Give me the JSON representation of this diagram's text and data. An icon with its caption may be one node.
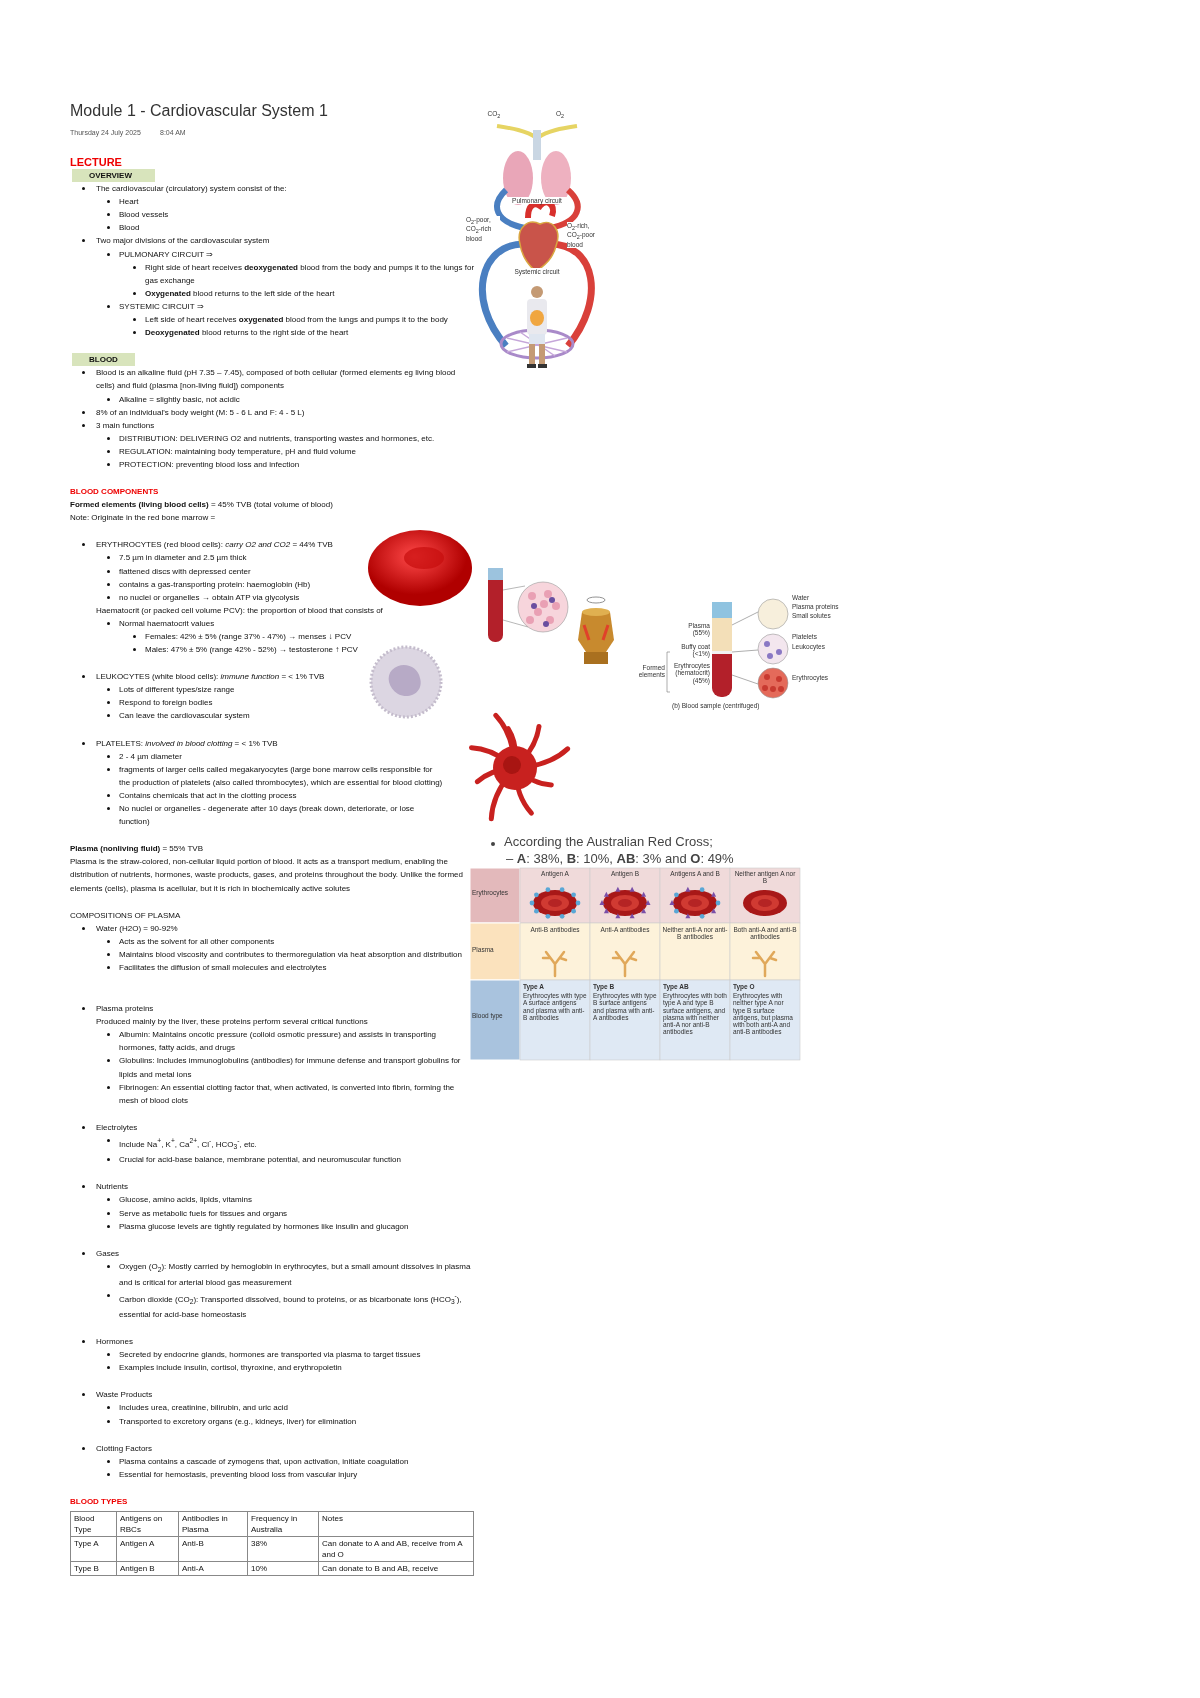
{
  "diagram": {
    "title": "Module 1 - Cardiovascular System 1",
    "labels": [
      "Thursday 24 July 2025",
      "8:04 AM",
      "LECTURE",
      "OVERVIEW",
      "The cardiovascular (circulatory) system consist of the:",
      "Heart",
      "Blood vessels",
      "Blood",
      "Two major divisions of the cardiovascular system",
      "PULMONARY CIRCUIT ⇒",
      "Right side of heart receives **deoxygenated** blood from the body and pumps it to the lungs for gas exchange",
      "**Oxygenated** blood returns to the left side of the heart",
      "SYSTEMIC CIRCUIT ⇒",
      "Left side of heart receives **oxygenated** blood from the lungs and pumps it to the body",
      "**Deoxygenated** blood returns to the right side of the heart",
      "BLOOD",
      "Blood is an alkaline fluid (pH 7.35 – 7.45), composed of both cellular (formed elements eg living blood cells) and fluid (plasma [non-living fluid]) components",
      "Alkaline = slightly basic, not acidic",
      "8% of an individual's body weight (M: 5 - 6 L and F: 4 - 5 L)",
      "3 main functions",
      "DISTRIBUTION: DELIVERING O2 and nutrients, transporting wastes and hormones, etc.",
      "REGULATION: maintaining body temperature, pH and fluid volume",
      "PROTECTION: preventing blood loss and infection",
      "BLOOD COMPONENTS",
      "**Formed elements (living blood cells)** = 45% TVB (total volume of blood)",
      "Note: Originate in the red bone marrow =",
      "ERYTHROCYTES (red blood cells): *carry O2 and CO2* = 44% TVB",
      "7.5 µm in diameter and 2.5 µm thick",
      "flattened discs with depressed center",
      "contains a gas-transporting protein: haemoglobin (Hb)",
      "no nuclei or organelles → obtain ATP via glycolysis",
      "Haematocrit (or packed cell volume PCV): the proportion of blood that consists of",
      "Normal haematocrit values",
      "Females: 42% ± 5% (range 37% - 47%) → menses ↓ PCV",
      "Males: 47% ± 5% (range 42% - 52%) → testosterone ↑ PCV",
      "LEUKOCYTES (white blood cells): *immune function* = < 1% TVB",
      "Lots of different types/size range",
      "Respond to foreign bodies",
      "Can leave the cardiovascular system",
      "PLATELETS: *involved in blood clotting* = < 1% TVB",
      "2 - 4 µm diameter",
      "fragments of larger cells called megakaryocytes (large bone marrow cells responsible for the production of platelets (also called thrombocytes), which are essential for blood clotting)",
      "Contains chemicals that act in the clotting process",
      "No nuclei or organelles - degenerate after 10 days (break down, deteriorate, or lose function)",
      "**Plasma (nonliving fluid)** = 55% TVB",
      "Plasma is the straw-colored, non-cellular liquid portion of blood. It acts as a transport medium, enabling the distribution of nutrients, hormones, waste products, gases, and proteins throughout the body. Unlike the formed elements (cells), plasma is acellular, but it is rich in biochemically active solutes",
      "COMPOSITIONS OF PLASMA",
      "Water (H2O) = 90-92%",
      "Acts as the solvent for all other components",
      "Maintains blood viscosity and contributes to thermoregulation via heat absorption and distribution",
      "Facilitates the diffusion of small molecules and electrolytes",
      "Plasma proteins",
      "Produced mainly by the liver, these proteins perform several critical functions",
      "Albumin: Maintains oncotic pressure (colloid osmotic pressure) and assists in transporting hormones, fatty acids, and drugs",
      "Globulins: Includes immunoglobulins (antibodies) for immune defense and transport globulins for lipids and metal ions",
      "Fibrinogen: An essential clotting factor that, when activated, is converted into fibrin, forming the mesh of blood clots",
      "Electrolytes",
      "Include Na$^{+}$, K$^{+}$, Ca$^{2+}$, Cl$^{-}$, HCO$_{3}$$^{-}$, etc.",
      "Crucial for acid-base balance, membrane potential, and neuromuscular function",
      "Nutrients",
      "Glucose, amino acids, lipids, vitamins",
      "Serve as metabolic fuels for tissues and organs",
      "Plasma glucose levels are tightly regulated by hormones like insulin and glucagon",
      "Gases",
      "Oxygen (O$_{2}$): Mostly carried by hemoglobin in erythrocytes, but a small amount dissolves in plasma and is critical for arterial blood gas measurement",
      "Carbon dioxide (CO$_{2}$): Transported dissolved, bound to proteins, or as bicarbonate ions (HCO$_{3}$$^{-}$), essential for acid-base homeostasis",
      "Hormones",
      "Secreted by endocrine glands, hormones are transported via plasma to target tissues",
      "Examples include insulin, cortisol, thyroxine, and erythropoietin",
      "Waste Products",
      "Includes urea, creatinine, bilirubin, and uric acid",
      "Transported to excretory organs (e.g., kidneys, liver) for elimination",
      "Clotting Factors",
      "Plasma contains a cascade of zymogens that, upon activation, initiate coagulation",
      "Essential for hemostasis, preventing blood loss from vascular injury",
      "BLOOD TYPES",
      "Blood Type",
      "Antigens on RBCs",
      "Antibodies in Plasma",
      "Frequency in Australia",
      "Notes",
      "Type A",
      "Antigen A",
      "Anti-B",
      "38%",
      "Can donate to A and AB, receive from A and O",
      "Type B",
      "Antigen B",
      "Anti-A",
      "10%",
      "Can donate to B and AB, receive",
      "CO$_{2}$",
      "O$_{2}$",
      "Pulmonary circuit",
      "O$_{2}$-poor, CO$_{2}$-rich blood",
      "O$_{2}$-rich, CO$_{2}$-poor blood",
      "Systemic circuit",
      "Plasma (55%)",
      "Buffy coat (<1%)",
      "Erythrocytes (hematocrit) (45%)",
      "Formed elements",
      "Water",
      "Plasma proteins",
      "Small solutes",
      "Platelets",
      "Leukocytes",
      "Erythrocytes",
      "(b) Blood sample (centrifuged)",
      "According the Australian Red Cross;",
      "– **A**: 38%, **B**: 10%, **AB**: 3% and **O**: 49%",
      "Antigen A",
      "Antigen B",
      "Antigens A and B",
      "Neither antigen A nor B",
      "Erythrocytes",
      "Anti-B antibodies",
      "Anti-A antibodies",
      "Neither anti-A nor anti-B antibodies",
      "Both anti-A and anti-B antibodies",
      "Plasma",
      "Type A",
      "Erythrocytes with type A surface antigens and plasma with anti-B antibodies",
      "Type B",
      "Erythrocytes with type B surface antigens and plasma with anti-A antibodies",
      "Type AB",
      "Erythrocytes with both type A and type B surface antigens, and plasma with neither anti-A nor anti-B antibodies",
      "Type O",
      "Erythrocytes with neither type A nor type B surface antigens, but plasma with both anti-A and anti-B antibodies",
      "Blood type"
    ]
  }
}
